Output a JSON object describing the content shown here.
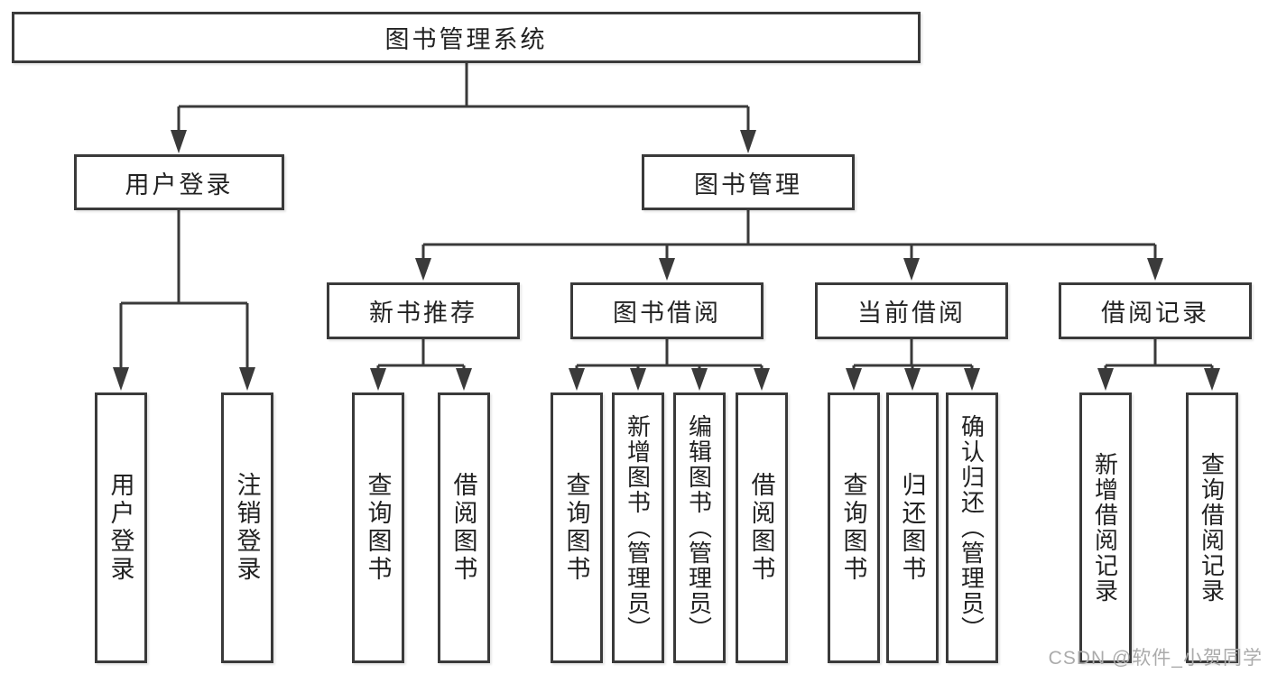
{
  "diagram": {
    "root": {
      "label": "图书管理系统"
    },
    "branches": [
      {
        "label": "用户登录",
        "leaves": [
          {
            "label": "用户登录"
          },
          {
            "label": "注销登录"
          }
        ]
      },
      {
        "label": "图书管理",
        "groups": [
          {
            "label": "新书推荐",
            "leaves": [
              {
                "label": "查询图书"
              },
              {
                "label": "借阅图书"
              }
            ]
          },
          {
            "label": "图书借阅",
            "leaves": [
              {
                "label": "查询图书"
              },
              {
                "label": "新增图书（管理员）"
              },
              {
                "label": "编辑图书（管理员）"
              },
              {
                "label": "借阅图书"
              }
            ]
          },
          {
            "label": "当前借阅",
            "leaves": [
              {
                "label": "查询图书"
              },
              {
                "label": "归还图书"
              },
              {
                "label": "确认归还（管理员）"
              }
            ]
          },
          {
            "label": "借阅记录",
            "leaves": [
              {
                "label": "新增借阅记录"
              },
              {
                "label": "查询借阅记录"
              }
            ]
          }
        ]
      }
    ],
    "watermark": "CSDN @软件_小贺同学",
    "colors": {
      "line": "#3a3a3a",
      "box_border": "#3a3a3a",
      "box_bg": "#ffffff",
      "text": "#222222",
      "watermark": "#ababab"
    }
  }
}
